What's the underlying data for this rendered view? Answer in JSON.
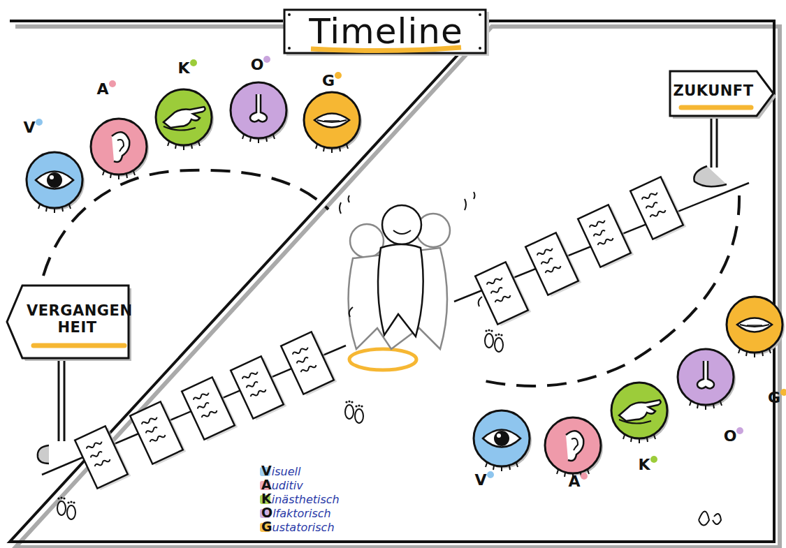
{
  "diagram": {
    "title": "Timeline",
    "nodes": [
      {
        "text": [
          "V"
        ]
      },
      {
        "text": [
          "A"
        ]
      },
      {
        "text": [
          "K"
        ]
      },
      {
        "text": [
          "O"
        ]
      },
      {
        "text": [
          "G"
        ]
      },
      {
        "text": [
          "ZUKUNFT"
        ]
      },
      {
        "text": [
          "VERGANGEN HEIT"
        ]
      },
      {
        "text": [
          "V"
        ]
      },
      {
        "text": [
          "A"
        ]
      },
      {
        "text": [
          "K"
        ]
      },
      {
        "text": [
          "O"
        ]
      },
      {
        "text": [
          "G"
        ]
      }
    ],
    "legend": [
      {
        "text": "Visuell",
        "color": "#8ec5ee"
      },
      {
        "text": "Auditiv",
        "color": "#ef9aaa"
      },
      {
        "text": "Kinästhetisch",
        "color": "#9ccc3a"
      },
      {
        "text": "Olfaktorisch",
        "color": "#c9a4dd"
      },
      {
        "text": "Gustatorisch",
        "color": "#f6b733"
      }
    ]
  }
}
